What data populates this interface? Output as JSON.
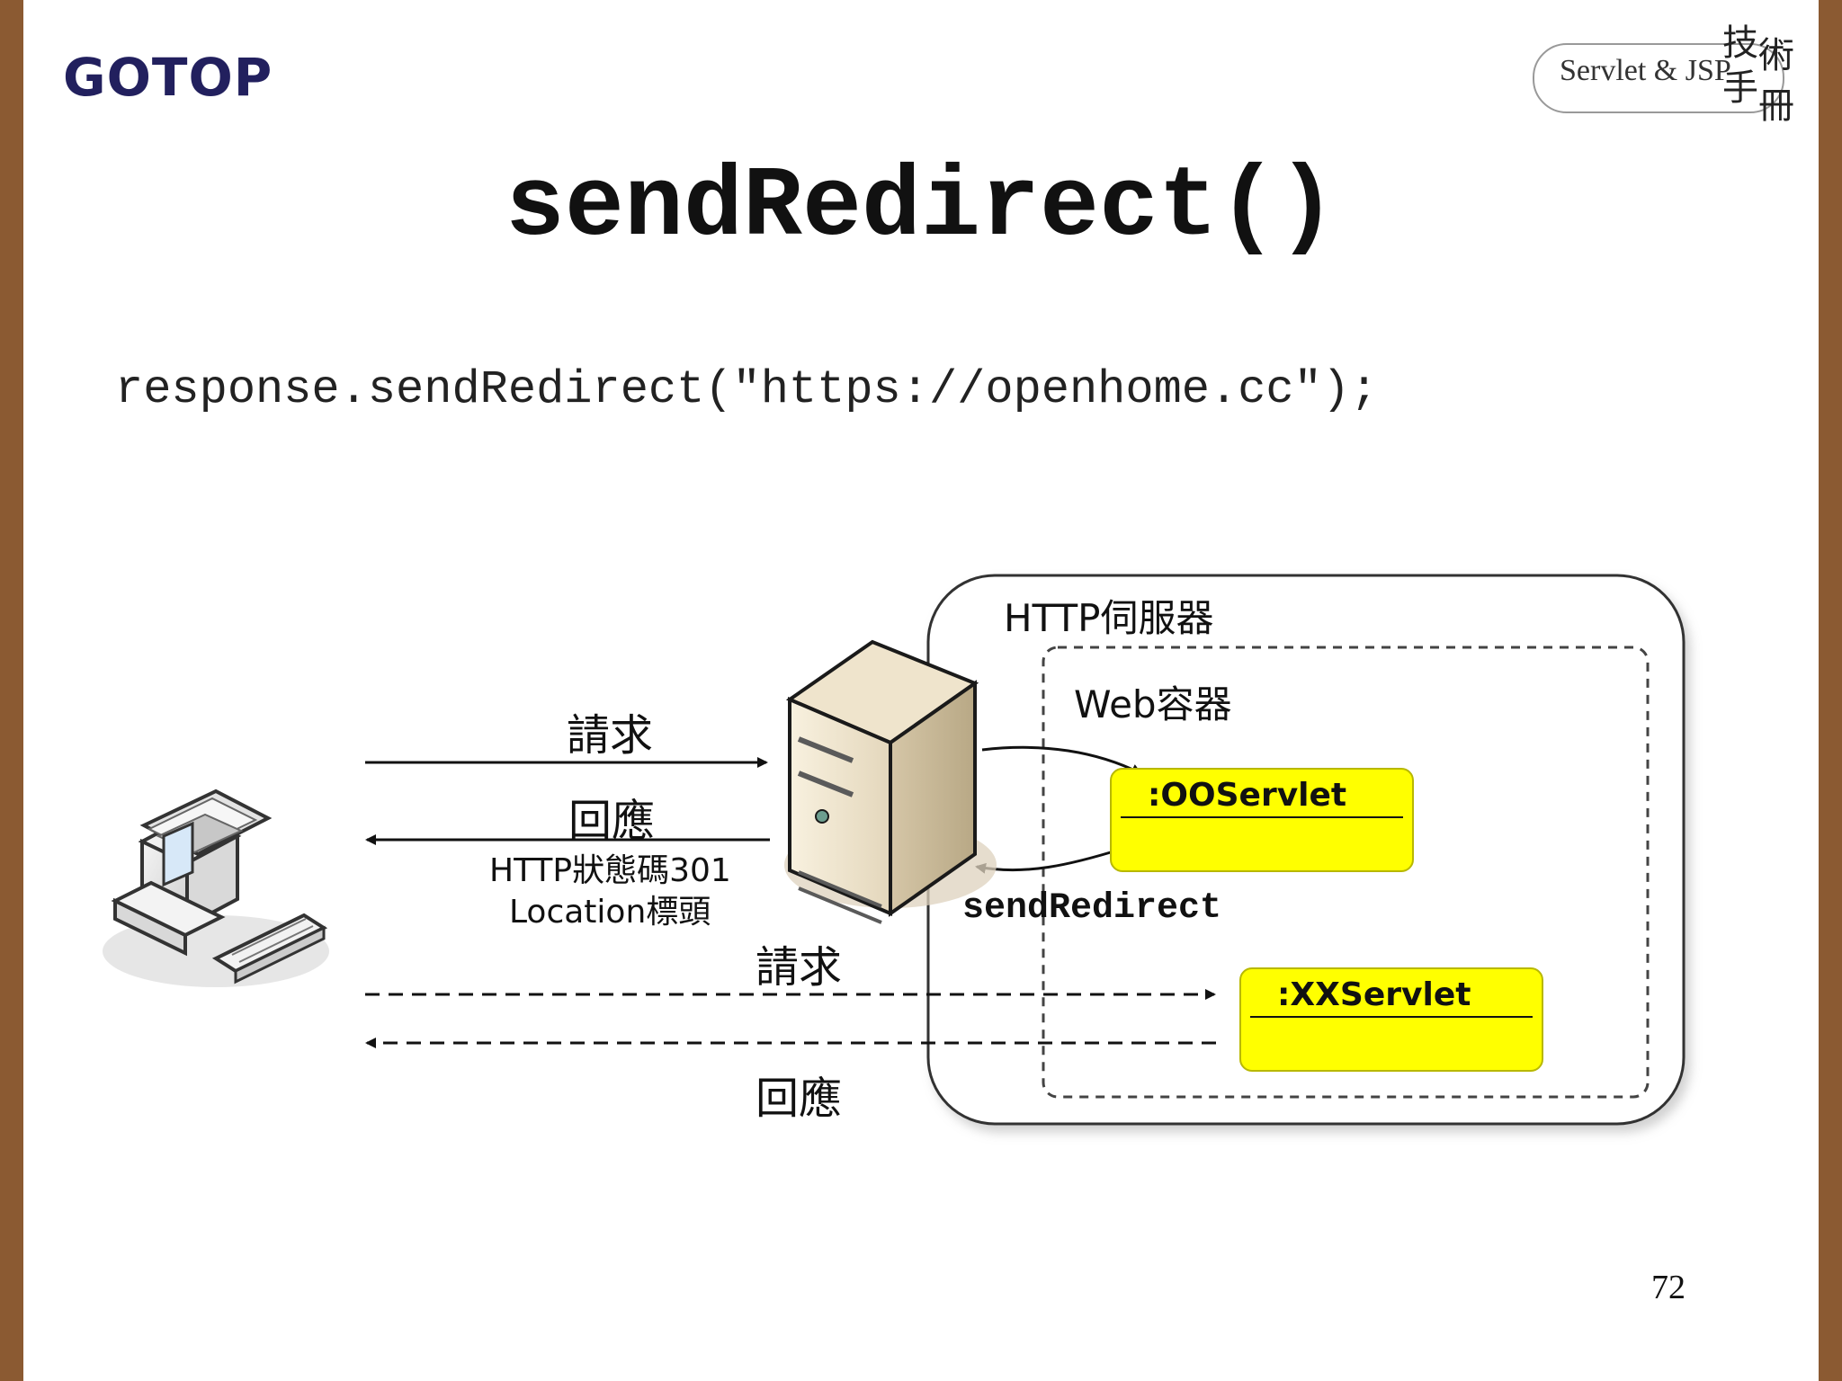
{
  "slide": {
    "logo": "GOTOP",
    "book_label": "Servlet & JSP",
    "book_glyphs": [
      "技",
      "術",
      "手",
      "冊"
    ],
    "title": "sendRedirect()",
    "code": "response.sendRedirect(\"https://openhome.cc\");",
    "page_number": "72"
  },
  "diagram": {
    "request_label_1": "請求",
    "response_label_1": "回應",
    "status_label": "HTTP狀態碼301",
    "location_label": "Location標頭",
    "request_label_2": "請求",
    "response_label_2": "回應",
    "server_label": "HTTP伺服器",
    "container_label": "Web容器",
    "servlet_a": ":OOServlet",
    "servlet_b": ":XXServlet",
    "send_redirect_label": "sendRedirect"
  },
  "colors": {
    "frame": "#8b5a32",
    "logo": "#22205e",
    "servlet_fill": "#ffff00"
  }
}
